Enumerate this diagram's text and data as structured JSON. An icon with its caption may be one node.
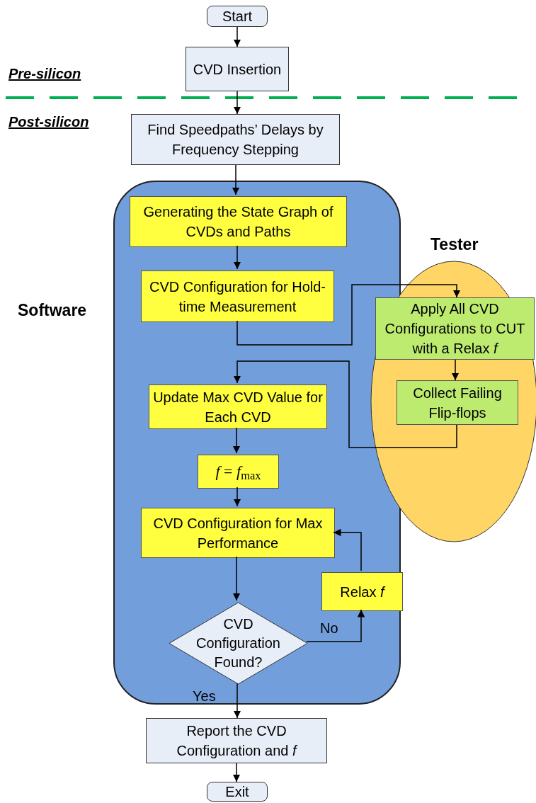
{
  "diagram": {
    "nodes": [
      {
        "text": [
          "Start"
        ]
      },
      {
        "text": [
          "CVD Insertion"
        ]
      },
      {
        "text": [
          "Find Speedpaths’ Delays by Frequency Stepping"
        ]
      },
      {
        "text": [
          "Software"
        ]
      },
      {
        "text": [
          "Generating the State Graph of CVDs and Paths"
        ],
        "in": 3
      },
      {
        "text": [
          "CVD Configuration for Hold-time Measurement"
        ],
        "in": 3
      },
      {
        "text": [
          "Update Max CVD Value for Each CVD"
        ],
        "in": 3
      },
      {
        "text": [
          "*f* = *f*$_{max}$"
        ],
        "in": 3
      },
      {
        "text": [
          "CVD Configuration for Max Performance"
        ],
        "in": 3
      },
      {
        "text": [
          "CVD Configuration Found?"
        ],
        "in": 3
      },
      {
        "text": [
          "Relax *f*"
        ],
        "in": 3
      },
      {
        "text": [
          "Tester"
        ]
      },
      {
        "text": [
          "Apply All CVD Configurations to CUT with a Relax *f*"
        ],
        "in": 11
      },
      {
        "text": [
          "Collect Failing Flip-flops"
        ],
        "in": 11
      },
      {
        "text": [
          "Report the CVD Configuration and *f*"
        ]
      },
      {
        "text": [
          "Exit"
        ]
      }
    ],
    "edges": [
      {
        "from": 0,
        "to": 1,
        "arrow": "to"
      },
      {
        "from": 1,
        "to": 2,
        "arrow": "to"
      },
      {
        "from": 2,
        "to": 4,
        "arrow": "to"
      },
      {
        "from": 4,
        "to": 5,
        "arrow": "to"
      },
      {
        "from": 5,
        "to": 12,
        "arrow": "to"
      },
      {
        "from": 12,
        "to": 13,
        "arrow": "to"
      },
      {
        "from": 13,
        "to": 6,
        "arrow": "to"
      },
      {
        "from": 6,
        "to": 7,
        "arrow": "to"
      },
      {
        "from": 7,
        "to": 8,
        "arrow": "to"
      },
      {
        "from": 8,
        "to": 9,
        "arrow": "to"
      },
      {
        "from": 9,
        "to": 10,
        "arrow": "to",
        "label": "No"
      },
      {
        "from": 10,
        "to": 8,
        "arrow": "to"
      },
      {
        "from": 9,
        "to": 14,
        "arrow": "to",
        "label": "Yes"
      },
      {
        "from": 14,
        "to": 15,
        "arrow": "to"
      }
    ],
    "labels": [
      "Pre-silicon",
      "Post-silicon"
    ]
  }
}
